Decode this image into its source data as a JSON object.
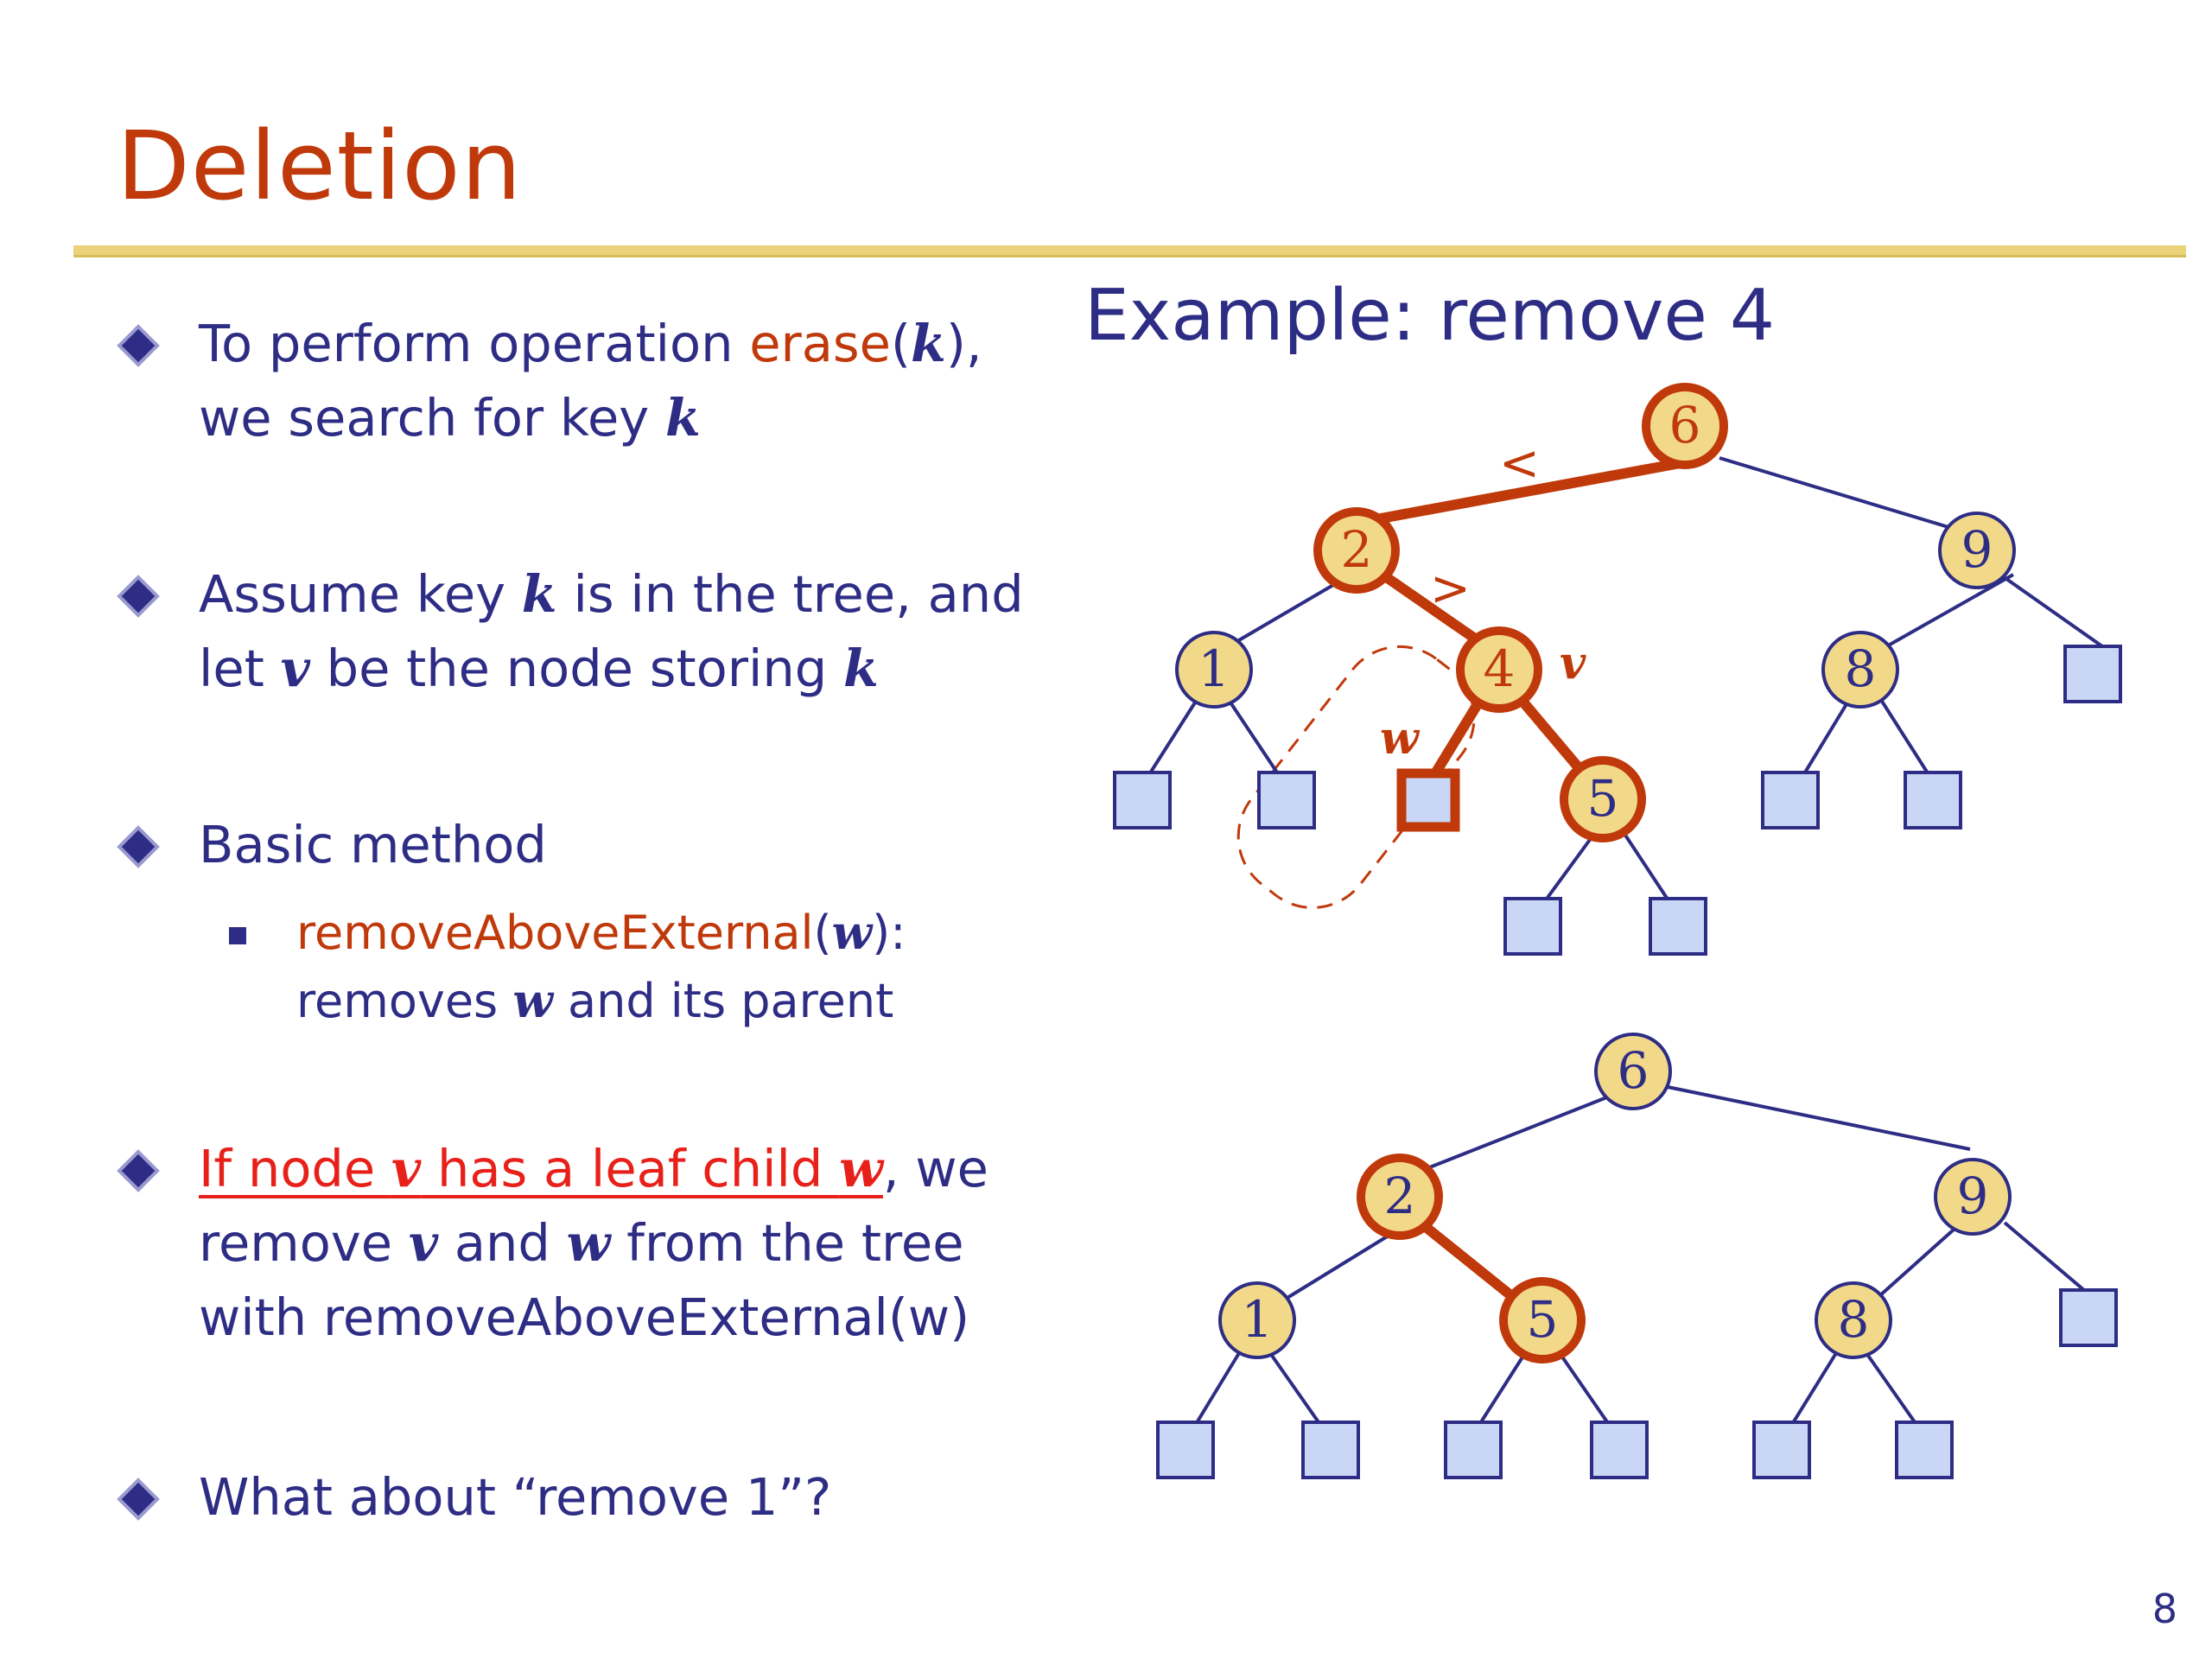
{
  "slide": {
    "title": "Deletion",
    "page_number": "8",
    "example_title": "Example: remove 4"
  },
  "bullets": {
    "b1": {
      "pre": "To perform operation ",
      "op": "erase",
      "paren_open": "(",
      "k": "k",
      "paren_close": "),",
      "line2_pre": "we search for key ",
      "line2_k": "k"
    },
    "b2": {
      "l1_pre": "Assume key ",
      "l1_k": "k",
      "l1_post": " is in the tree, and",
      "l2_pre": "let ",
      "l2_v": "v",
      "l2_mid": " be the node storing ",
      "l2_k": "k"
    },
    "b3": {
      "text": "Basic method"
    },
    "b3sub": {
      "op": "removeAboveExternal",
      "paren_open": "(",
      "w": "w",
      "paren_close": "):",
      "l2_pre": "removes ",
      "l2_w": "w",
      "l2_post": " and its parent"
    },
    "b4": {
      "u_pre": "If node ",
      "u_v": "v",
      "u_mid": " has a leaf child ",
      "u_w": "w",
      "post": ", we",
      "l2_pre": "remove ",
      "l2_v": "v",
      "l2_mid": " and ",
      "l2_w": "w",
      "l2_post": " from the tree",
      "l3": "with removeAboveExternal(w)"
    },
    "b5": {
      "text": "What about “remove 1”?"
    }
  },
  "tree_before": {
    "nodes": [
      "6",
      "2",
      "9",
      "1",
      "4",
      "8",
      "5"
    ],
    "labels": {
      "v": "v",
      "w": "w",
      "lt": "<",
      "gt": ">"
    }
  },
  "tree_after": {
    "nodes": [
      "6",
      "2",
      "9",
      "1",
      "5",
      "8"
    ]
  },
  "colors": {
    "title": "#c0390b",
    "text": "#2e2d85",
    "highlight": "#c0390b",
    "node_fill": "#f2d98a",
    "leaf_fill": "#c9d6f5",
    "rule": "#e9d27a"
  }
}
